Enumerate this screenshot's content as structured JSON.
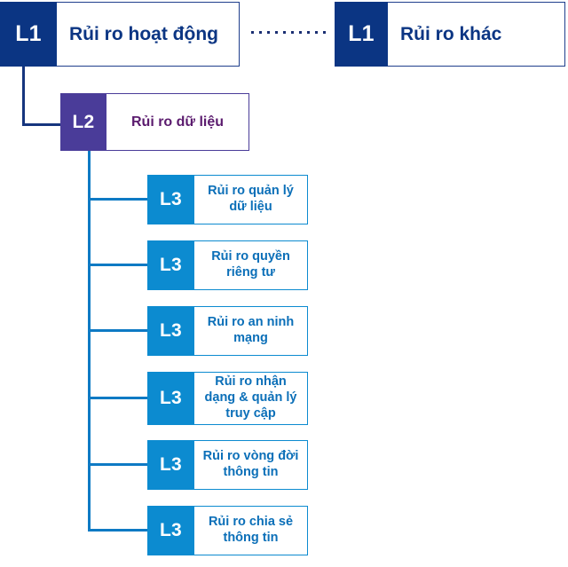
{
  "diagram": {
    "title": "Risk taxonomy tree",
    "colors": {
      "l1_tag": "#0B3583",
      "l1_text": "#0B3583",
      "l2_tag": "#4A3C99",
      "l2_text": "#5B1B6E",
      "l3_tag": "#0C8BD0",
      "l3_text": "#0B6FB8",
      "connector_navy": "#16357E",
      "connector_blue": "#0E7AC4",
      "background": "#FFFFFF"
    },
    "level1": [
      {
        "tag": "L1",
        "label": "Rủi ro hoạt động"
      },
      {
        "tag": "L1",
        "label": "Rủi ro khác"
      }
    ],
    "level2": [
      {
        "tag": "L2",
        "label": "Rủi ro dữ liệu"
      }
    ],
    "level3": [
      {
        "tag": "L3",
        "label": "Rủi ro quản lý dữ liệu"
      },
      {
        "tag": "L3",
        "label": "Rủi ro quyền riêng tư"
      },
      {
        "tag": "L3",
        "label": "Rủi ro an ninh mạng"
      },
      {
        "tag": "L3",
        "label": "Rủi ro nhận dạng & quản lý truy cập"
      },
      {
        "tag": "L3",
        "label": "Rủi ro vòng đời thông tin"
      },
      {
        "tag": "L3",
        "label": "Rủi ro chia sẻ thông tin"
      }
    ]
  }
}
